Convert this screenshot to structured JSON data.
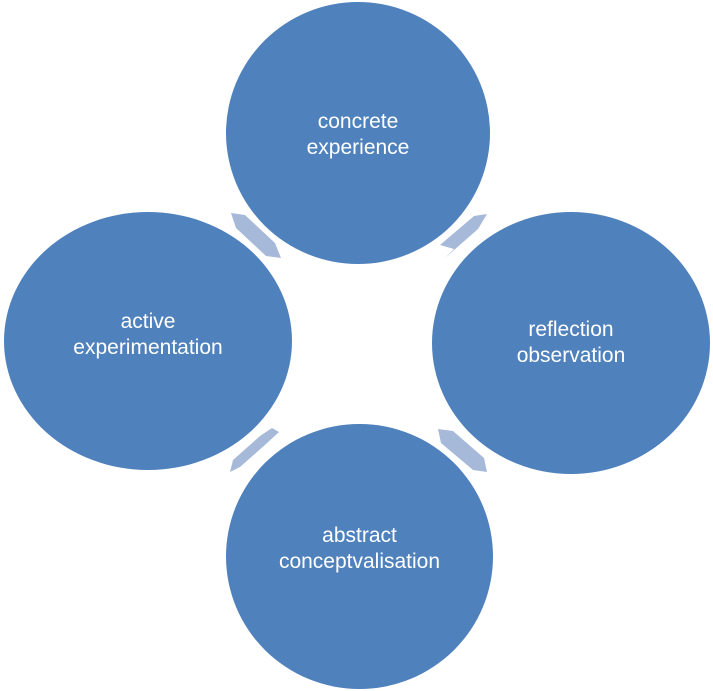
{
  "colors": {
    "node_fill": "#4f81bd",
    "node_text": "#ffffff",
    "arrow_fill": "#a7b9d9"
  },
  "cycle": {
    "nodes": [
      {
        "lines": [
          "concrete",
          "experience"
        ]
      },
      {
        "lines": [
          "reflection",
          "observation"
        ]
      },
      {
        "lines": [
          "abstract",
          "conceptvalisation"
        ]
      },
      {
        "lines": [
          "active",
          "experimentation"
        ]
      }
    ]
  }
}
